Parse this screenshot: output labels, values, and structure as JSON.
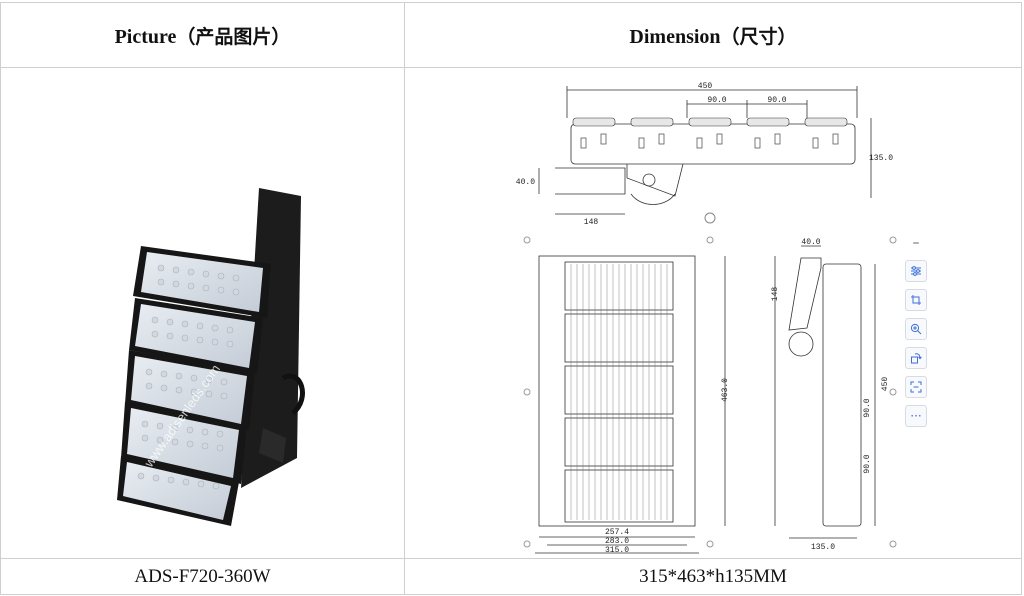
{
  "table": {
    "headers": {
      "picture": "Picture",
      "picture_cn": "（产品图片）",
      "dimension": "Dimension",
      "dimension_cn": "（尺寸）"
    },
    "model": "ADS-F720-360W",
    "size": "315*463*h135MM"
  },
  "product_photo": {
    "watermark": "www.adisenleds.com",
    "modules": 5
  },
  "drawing": {
    "top_view": {
      "total_length": "450",
      "pitch_1": "90.0",
      "pitch_2": "90.0",
      "height": "135.0",
      "bracket_height": "40.0",
      "bracket_length": "148"
    },
    "front_view": {
      "height": "463.0",
      "inner_width": "257.4",
      "mid_width": "283.0",
      "total_width": "315.0"
    },
    "side_view": {
      "bracket_width": "40.0",
      "bracket_length": "148",
      "total_length": "450",
      "pitch_1": "90.0",
      "pitch_2": "90.0",
      "depth": "135.0"
    }
  },
  "viewer_toolbar": {
    "icons": [
      "minimize-icon",
      "filter-icon",
      "crop-icon",
      "zoom-in-icon",
      "rotate-icon",
      "ocr-scan-icon",
      "more-icon"
    ],
    "minimize": "–",
    "more": "···"
  }
}
